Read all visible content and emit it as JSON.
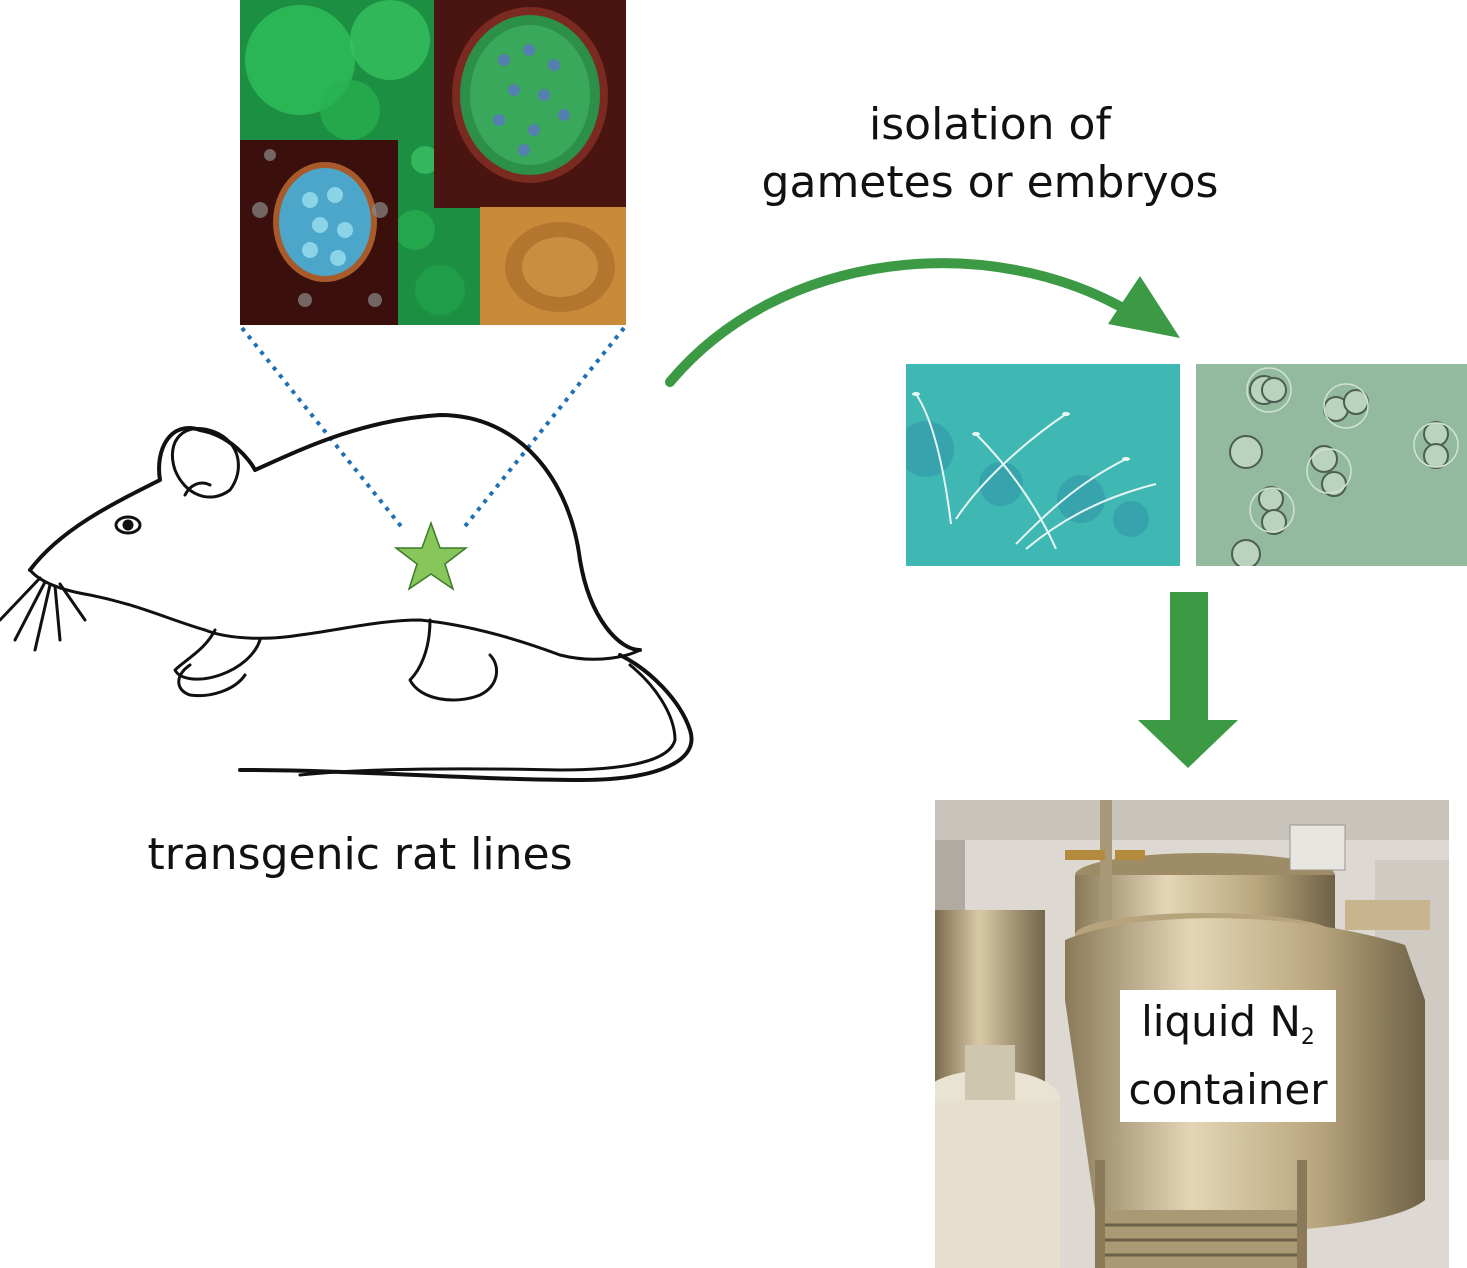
{
  "labels": {
    "isolation_line1": "isolation of",
    "isolation_line2": "gametes or embryos",
    "rat_lines": "transgenic rat lines",
    "container_line1_main": "liquid N",
    "container_line1_sub": "2",
    "container_line2": "container"
  },
  "colors": {
    "arrow_green": "#3c9a45",
    "star_green": "#86c65a",
    "dotted_blue": "#1f6fb5",
    "fluor_green": "#1f9e48",
    "sperm_bg": "#3fb7b3",
    "embryo_bg": "#93b99e",
    "amber_bg": "#c98a3a",
    "steel": "#c2b08c"
  },
  "icons": {
    "rat": "rat-line-drawing-icon",
    "star": "star-icon",
    "curved_arrow": "curved-arrow-icon",
    "down_arrow": "down-arrow-icon"
  }
}
